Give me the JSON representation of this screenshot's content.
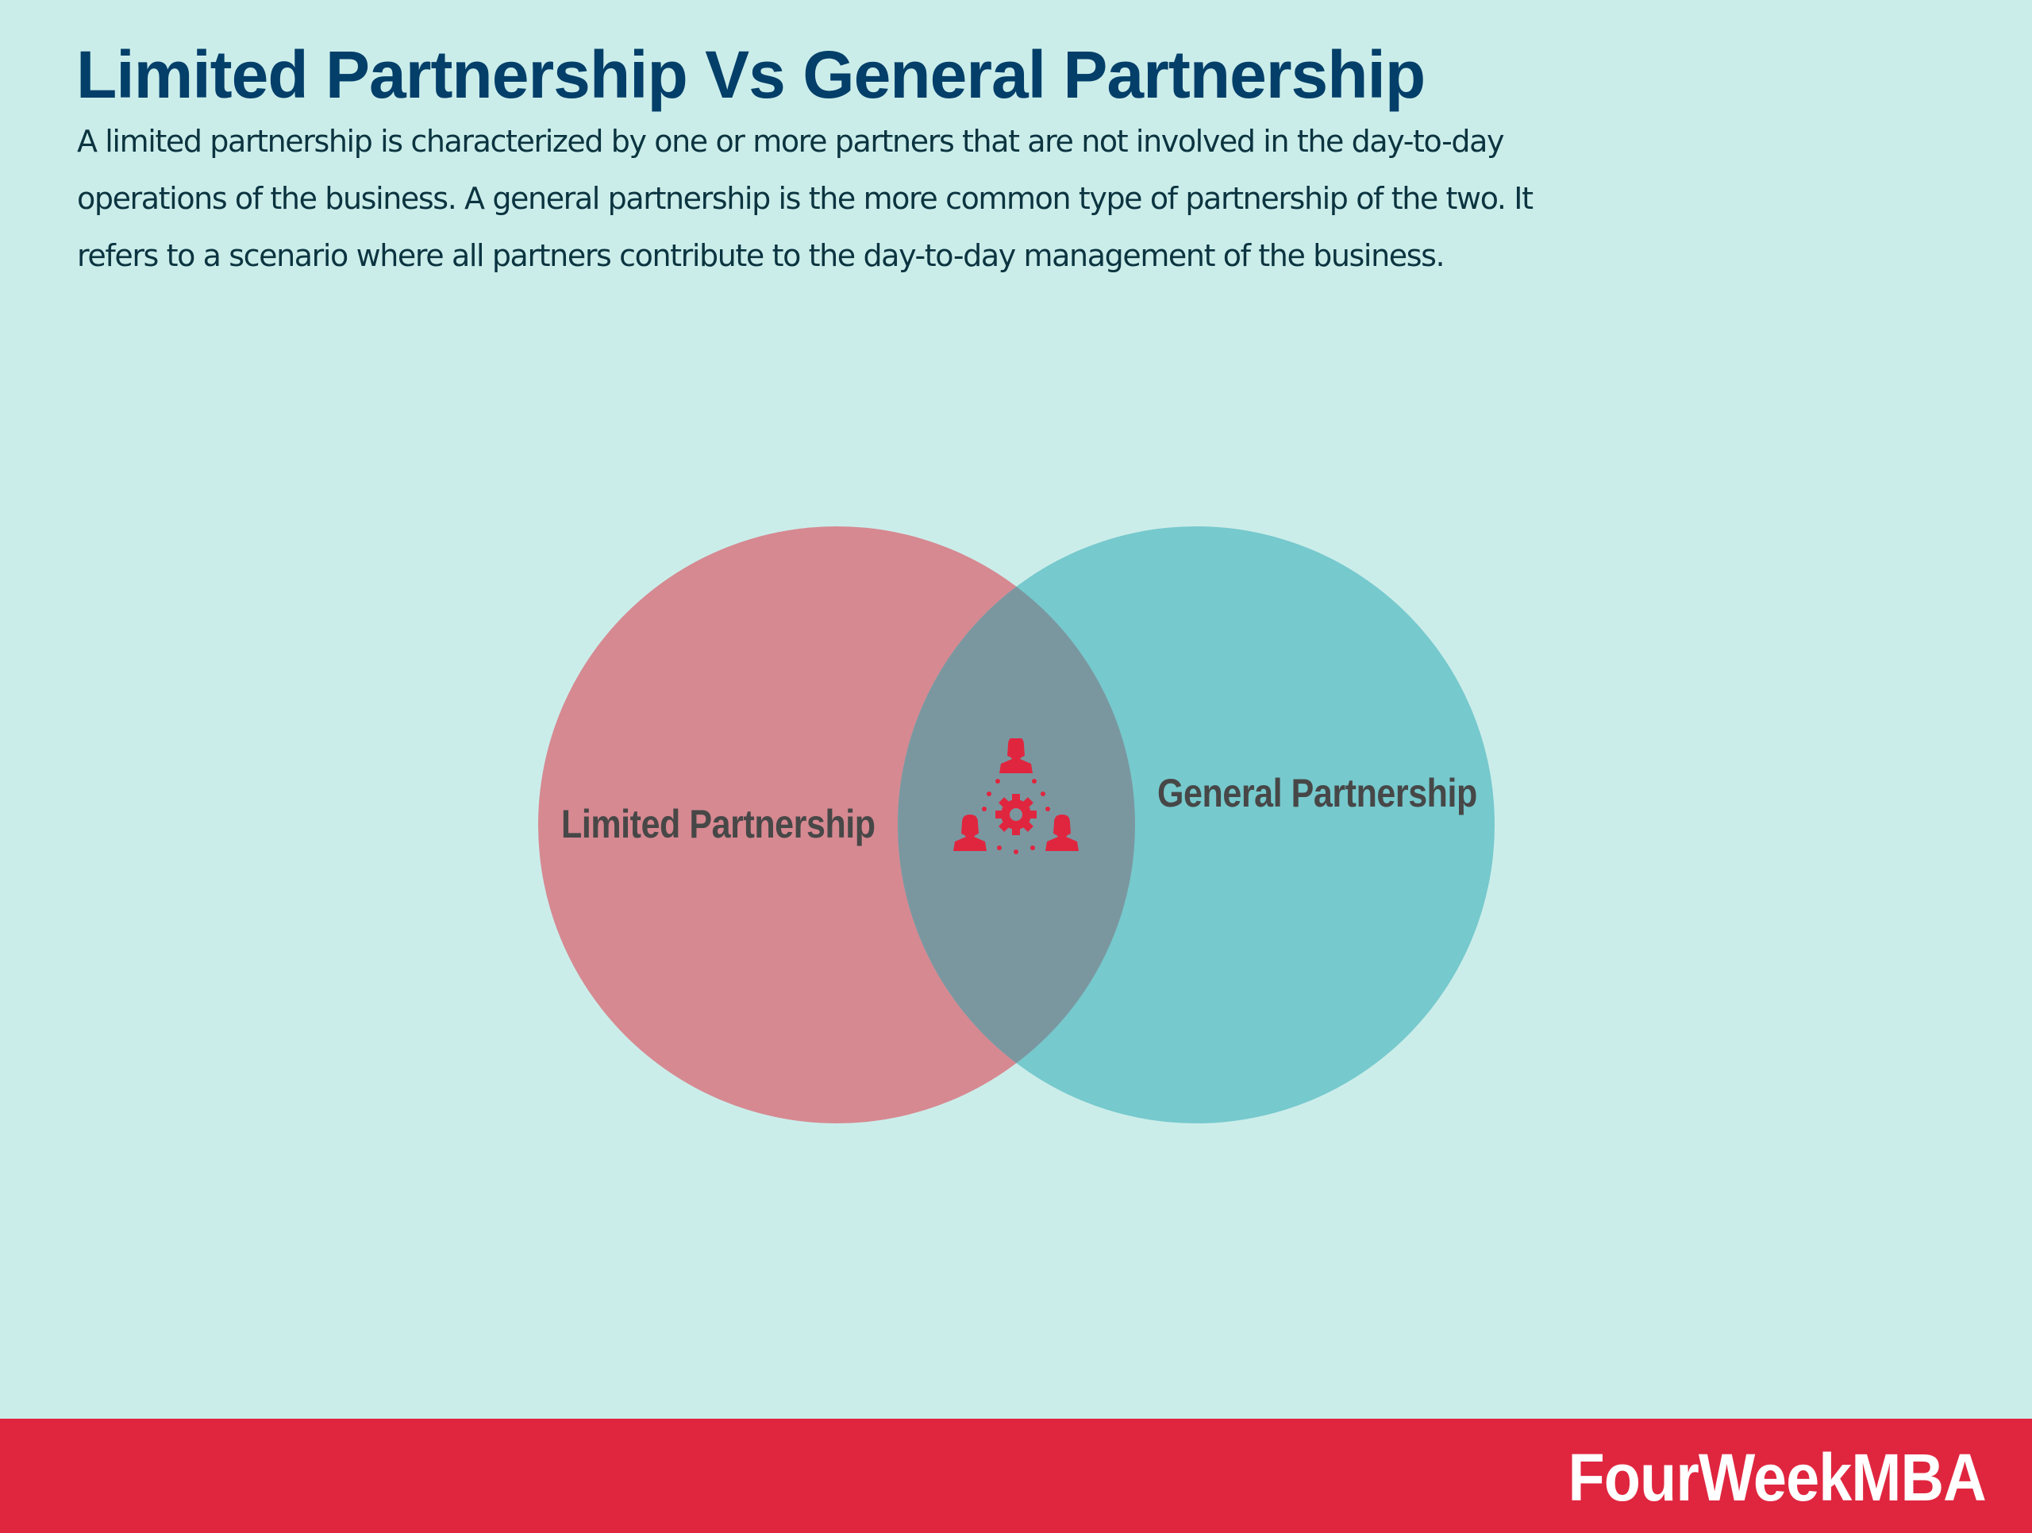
{
  "header": {
    "title": "Limited Partnership Vs General Partnership",
    "description_lines": [
      "A limited partnership is characterized by one or more partners that are not involved in the day-to-day",
      "operations of the business. A general partnership is the more common type of partnership of the two. It",
      "refers to a scenario where all partners contribute to the day-to-day management of the business."
    ]
  },
  "diagram": {
    "type": "venn",
    "sets": [
      {
        "label": "Limited Partnership",
        "color": "#d68991"
      },
      {
        "label": "General Partnership",
        "color": "#76c9cd"
      }
    ],
    "intersection": {
      "icon": "team-gear-icon",
      "color": "#7a97a0",
      "icon_color": "#e0263f"
    }
  },
  "footer": {
    "brand": "FourWeekMBA",
    "color": "#e0263f"
  },
  "colors": {
    "background": "#cbedea",
    "title": "#033f69",
    "text": "#0b3440",
    "label": "#474747"
  }
}
